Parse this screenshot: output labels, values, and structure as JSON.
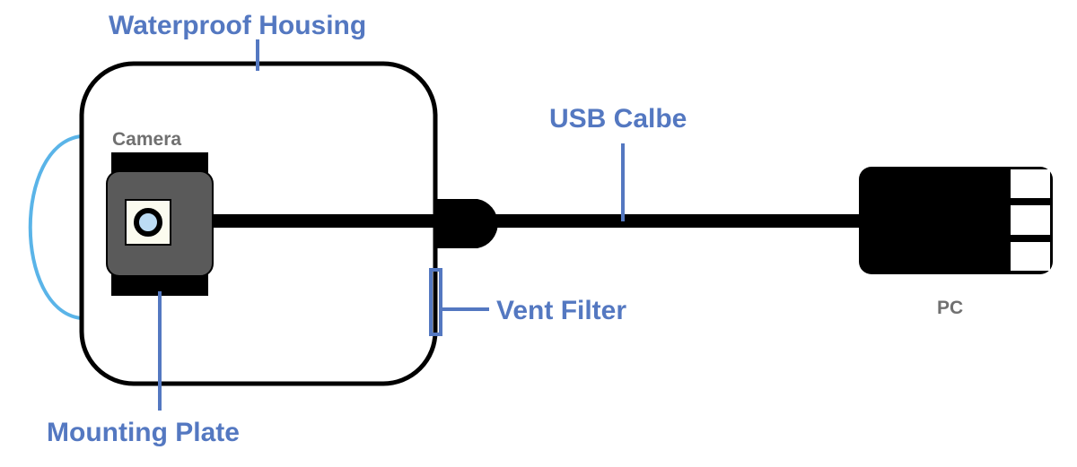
{
  "diagram": {
    "colors": {
      "label_accent": "#5478c1",
      "label_gray": "#707070",
      "outline": "#000000",
      "camera_body": "#5a5a5a",
      "lens_window": "#fbfbef",
      "lens": "#bcdcf4",
      "loop_cable": "#5ab4e8"
    },
    "labels": {
      "housing": "Waterproof Housing",
      "camera": "Camera",
      "usb_cable": "USB Calbe",
      "vent_filter": "Vent Filter",
      "mounting_plate": "Mounting Plate",
      "pc": "PC"
    }
  }
}
